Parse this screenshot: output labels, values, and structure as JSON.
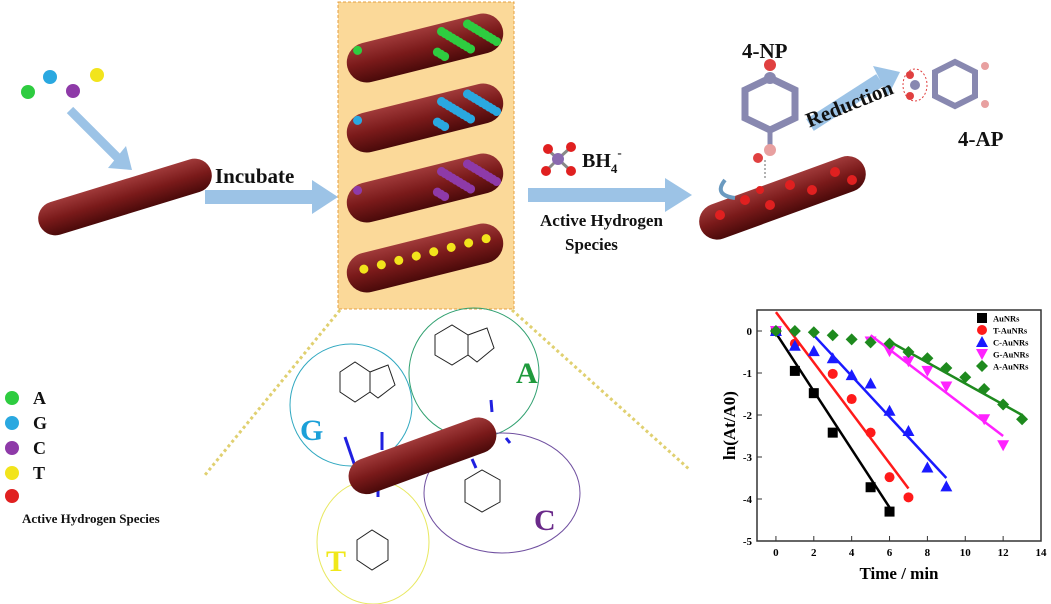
{
  "labels": {
    "incubate": "Incubate",
    "bh4": "BH",
    "bh4_sub": "4",
    "bh4_sup": "-",
    "active_h_line1": "Active Hydrogen",
    "active_h_line2": "Species",
    "np": "4-NP",
    "ap": "4-AP",
    "reduction": "Reduction"
  },
  "legend": [
    {
      "label": "A",
      "color": "#2ecc40"
    },
    {
      "label": "G",
      "color": "#2aa8e0"
    },
    {
      "label": "C",
      "color": "#8e3aa8"
    },
    {
      "label": "T",
      "color": "#f2e41c"
    },
    {
      "label": "Active Hydrogen Species",
      "color": "#e02020"
    }
  ],
  "bases": {
    "G": {
      "letter": "G",
      "color": "#1ba0d8"
    },
    "A": {
      "letter": "A",
      "color": "#1e9a3c"
    },
    "C": {
      "letter": "C",
      "color": "#6a2a8a"
    },
    "T": {
      "letter": "T",
      "color": "#f0e81a"
    }
  },
  "chart_data": {
    "type": "scatter",
    "xlabel": "Time / min",
    "ylabel": "ln(At/A0)",
    "xlim": [
      -1,
      14
    ],
    "ylim": [
      -5,
      0.5
    ],
    "xticks": [
      0,
      2,
      4,
      6,
      8,
      10,
      12,
      14
    ],
    "yticks": [
      0,
      -1,
      -2,
      -3,
      -4,
      -5
    ],
    "legend_position": "top-right",
    "series": [
      {
        "name": "AuNRs",
        "color": "#000000",
        "marker": "square",
        "x": [
          0,
          1,
          2,
          3,
          5,
          6
        ],
        "y": [
          0,
          -0.95,
          -1.48,
          -2.42,
          -3.72,
          -4.3
        ],
        "fit": [
          [
            0,
            -0.05
          ],
          [
            6,
            -4.2
          ]
        ]
      },
      {
        "name": "T-AuNRs",
        "color": "#ff1a1a",
        "marker": "circle",
        "x": [
          0,
          1,
          3,
          4,
          5,
          6,
          7
        ],
        "y": [
          0,
          -0.3,
          -1.02,
          -1.62,
          -2.42,
          -3.48,
          -3.96
        ],
        "fit": [
          [
            0,
            0.45
          ],
          [
            7,
            -3.75
          ]
        ]
      },
      {
        "name": "C-AuNRs",
        "color": "#1a1aff",
        "marker": "triangle-up",
        "x": [
          0,
          1,
          2,
          3,
          4,
          5,
          6,
          7,
          8,
          9
        ],
        "y": [
          0,
          -0.35,
          -0.48,
          -0.65,
          -1.05,
          -1.25,
          -1.9,
          -2.38,
          -3.25,
          -3.7
        ],
        "fit": [
          [
            2,
            -0.1
          ],
          [
            9,
            -3.5
          ]
        ]
      },
      {
        "name": "G-AuNRs",
        "color": "#ff22ff",
        "marker": "triangle-down",
        "x": [
          0,
          5,
          6,
          7,
          8,
          9,
          11,
          12
        ],
        "y": [
          0,
          -0.25,
          -0.48,
          -0.72,
          -0.95,
          -1.32,
          -2.1,
          -2.72
        ],
        "fit": [
          [
            5,
            -0.1
          ],
          [
            12,
            -2.5
          ]
        ]
      },
      {
        "name": "A-AuNRs",
        "color": "#1e8a1e",
        "marker": "diamond",
        "x": [
          0,
          1,
          2,
          3,
          4,
          5,
          6,
          7,
          8,
          9,
          10,
          11,
          12,
          13
        ],
        "y": [
          0,
          0,
          -0.03,
          -0.1,
          -0.2,
          -0.27,
          -0.3,
          -0.5,
          -0.65,
          -0.88,
          -1.1,
          -1.38,
          -1.75,
          -2.1
        ],
        "fit": [
          [
            6,
            -0.25
          ],
          [
            13,
            -2.0
          ]
        ]
      }
    ]
  }
}
